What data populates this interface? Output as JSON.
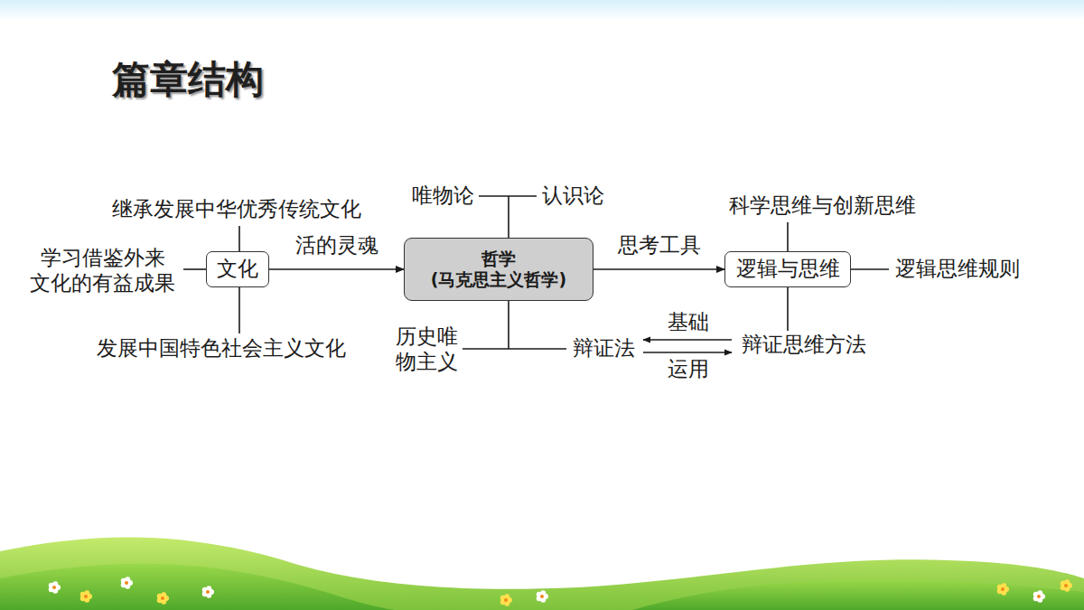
{
  "diagram": {
    "title": "篇章结构",
    "nodes": [
      {
        "text": [
          "文化"
        ]
      },
      {
        "text": [
          "哲学",
          "(马克思主义哲学)"
        ]
      },
      {
        "text": [
          "逻辑与思维"
        ]
      }
    ],
    "edges": [
      {
        "from": 0,
        "to": 1,
        "label": "活的灵魂",
        "arrow": "to"
      },
      {
        "from": 1,
        "to": 2,
        "label": "思考工具",
        "arrow": "to"
      }
    ],
    "labels": [
      "继承发展中华优秀传统文化",
      "学习借鉴外来 文化的有益成果",
      "发展中国特色社会主义文化",
      "唯物论",
      "认识论",
      "历史唯 物主义",
      "辩证法",
      "科学思维与创新思维",
      "逻辑思维规则",
      "辩证思维方法",
      "基础",
      "运用"
    ]
  }
}
